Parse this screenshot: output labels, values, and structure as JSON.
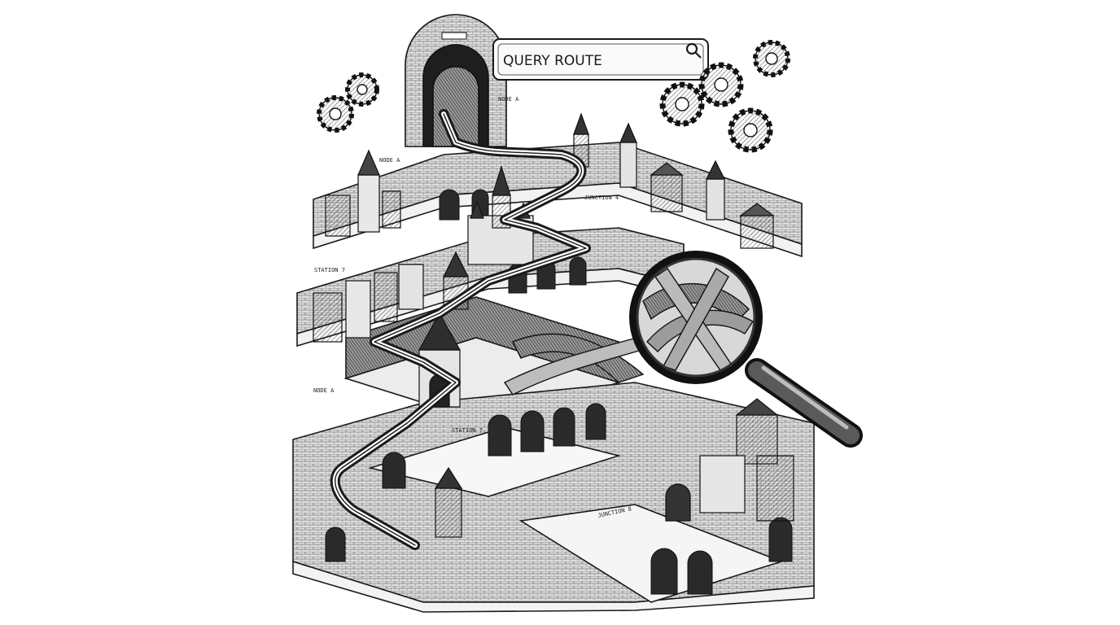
{
  "search": {
    "query_text": "QUERY ROUTE",
    "icon": "search-icon"
  },
  "labels": {
    "tunnel_top": "NODE A",
    "node_a_upper": "NODE A",
    "junction_upper": "JUNCTION 4",
    "station_left": "STATION 7",
    "node_a_lower": "NODE A",
    "station_center": "STATION 7",
    "junction_lower": "JUNCTION 8"
  },
  "icons": {
    "magnifier": "magnifying-glass-icon",
    "gears": "gear-icon"
  },
  "colors": {
    "ink": "#1a1a1a",
    "paper": "#ffffff",
    "shade": "#8a8a8a"
  }
}
